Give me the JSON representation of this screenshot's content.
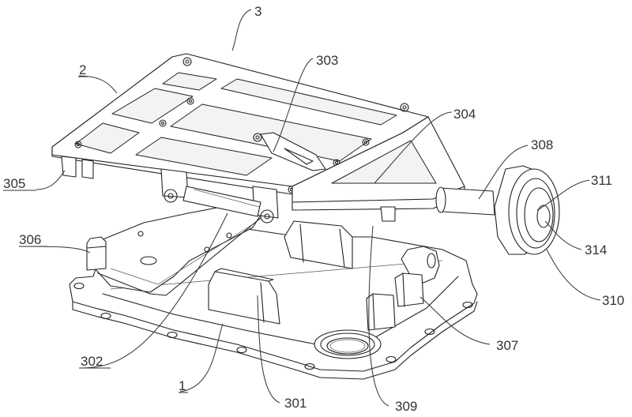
{
  "figure": {
    "description": "Isometric exploded line drawing of a mechanical assembly with reference numerals",
    "labels": [
      {
        "id": "3",
        "text": "3",
        "underlined": false
      },
      {
        "id": "2",
        "text": "2",
        "underlined": true
      },
      {
        "id": "303",
        "text": "303",
        "underlined": false
      },
      {
        "id": "304",
        "text": "304",
        "underlined": false
      },
      {
        "id": "305",
        "text": "305",
        "underlined": true
      },
      {
        "id": "308",
        "text": "308",
        "underlined": false
      },
      {
        "id": "311",
        "text": "311",
        "underlined": false
      },
      {
        "id": "306",
        "text": "306",
        "underlined": true
      },
      {
        "id": "314",
        "text": "314",
        "underlined": false
      },
      {
        "id": "310",
        "text": "310",
        "underlined": false
      },
      {
        "id": "307",
        "text": "307",
        "underlined": false
      },
      {
        "id": "302",
        "text": "302",
        "underlined": true
      },
      {
        "id": "1",
        "text": "1",
        "underlined": true
      },
      {
        "id": "301",
        "text": "301",
        "underlined": false
      },
      {
        "id": "309",
        "text": "309",
        "underlined": false
      }
    ]
  }
}
